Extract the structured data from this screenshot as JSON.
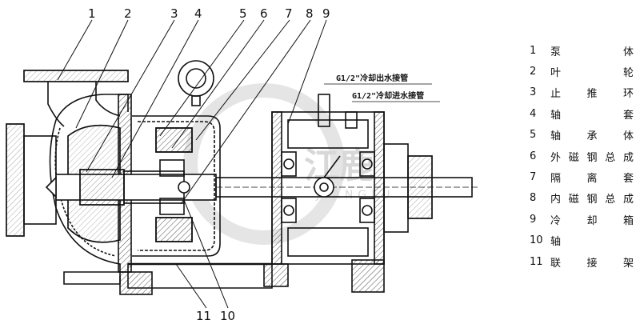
{
  "callouts": [
    "1",
    "2",
    "3",
    "4",
    "5",
    "6",
    "7",
    "8",
    "9",
    "10",
    "11"
  ],
  "pipe_labels": {
    "outlet": "G1/2\"冷却出水接管",
    "inlet": "G1/2\"冷却进水接管"
  },
  "watermark": {
    "brand_cn": "江鹿",
    "brand_en": "JIANGLU"
  },
  "legend": [
    {
      "num": "1",
      "name": "泵体"
    },
    {
      "num": "2",
      "name": "叶轮"
    },
    {
      "num": "3",
      "name": "止推环"
    },
    {
      "num": "4",
      "name": "轴套"
    },
    {
      "num": "5",
      "name": "轴承体"
    },
    {
      "num": "6",
      "name": "外磁钢总成"
    },
    {
      "num": "7",
      "name": "隔离套"
    },
    {
      "num": "8",
      "name": "内磁钢总成"
    },
    {
      "num": "9",
      "name": "冷却箱"
    },
    {
      "num": "10",
      "name": "轴"
    },
    {
      "num": "11",
      "name": "联接架"
    }
  ]
}
